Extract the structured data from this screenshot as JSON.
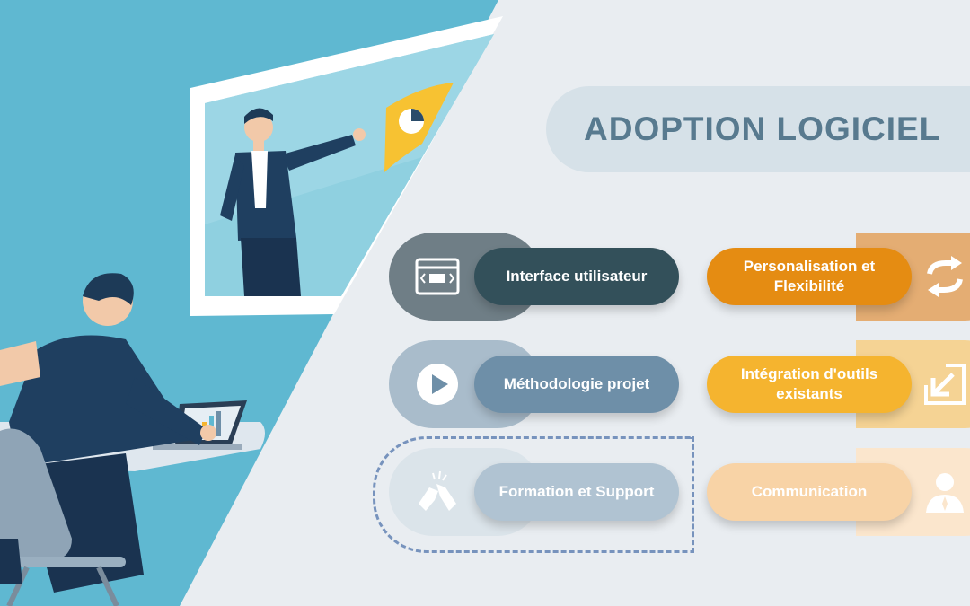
{
  "title": "ADOPTION LOGICIEL",
  "features": [
    {
      "label": "Interface utilisateur",
      "icon": "browser-window-icon",
      "side": "left"
    },
    {
      "label": "Personalisation et Flexibilité",
      "icon": "sync-arrows-icon",
      "side": "right"
    },
    {
      "label": "Méthodologie projet",
      "icon": "play-icon",
      "side": "left"
    },
    {
      "label": "Intégration d'outils existants",
      "icon": "import-arrow-icon",
      "side": "right"
    },
    {
      "label": "Formation et Support",
      "icon": "handshake-icon",
      "side": "left",
      "highlighted": true
    },
    {
      "label": "Communication",
      "icon": "user-icon",
      "side": "right"
    }
  ],
  "colors": {
    "background": "#e9edf1",
    "sky": "#5fb8d1",
    "title_text": "#587a8f",
    "interface": "#33505a",
    "methodologie": "#6e8fa8",
    "formation": "#b0c3d2",
    "personalisation": "#e58c12",
    "integration": "#f5b42f",
    "communication": "#f8d3a6",
    "dashed_border": "#7793bd"
  }
}
